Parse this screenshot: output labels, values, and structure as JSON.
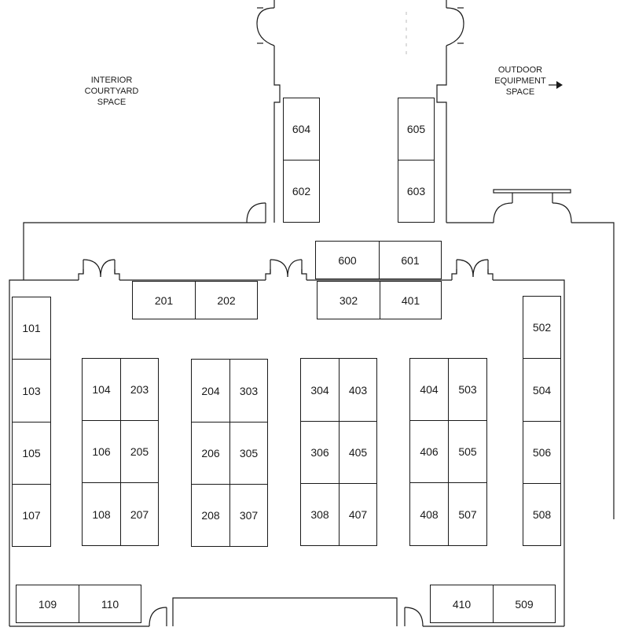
{
  "colors": {
    "line": "#1a1a1a",
    "background": "#ffffff"
  },
  "labels": {
    "interior_courtyard": [
      "INTERIOR",
      "COURTYARD",
      "SPACE"
    ],
    "outdoor_equipment": [
      "OUTDOOR",
      "EQUIPMENT",
      "SPACE"
    ]
  },
  "icons": {
    "outdoor_arrow": "arrow-right-icon",
    "doors": "door-swing-icon"
  },
  "booths": {
    "b101": "101",
    "b103": "103",
    "b105": "105",
    "b107": "107",
    "b104": "104",
    "b106": "106",
    "b108": "108",
    "b203": "203",
    "b205": "205",
    "b207": "207",
    "b204": "204",
    "b206": "206",
    "b208": "208",
    "b303": "303",
    "b305": "305",
    "b307": "307",
    "b304": "304",
    "b306": "306",
    "b308": "308",
    "b403": "403",
    "b405": "405",
    "b407": "407",
    "b404": "404",
    "b406": "406",
    "b408": "408",
    "b503": "503",
    "b505": "505",
    "b507": "507",
    "b502": "502",
    "b504": "504",
    "b506": "506",
    "b508": "508",
    "b201": "201",
    "b202": "202",
    "b302": "302",
    "b401": "401",
    "b600": "600",
    "b601": "601",
    "b602": "602",
    "b603": "603",
    "b604": "604",
    "b605": "605",
    "b109": "109",
    "b110": "110",
    "b410": "410",
    "b509": "509"
  }
}
